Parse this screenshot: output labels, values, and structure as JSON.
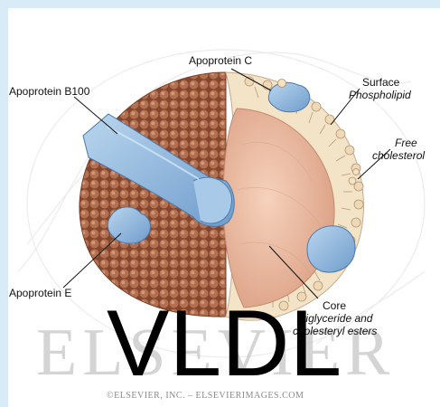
{
  "labels": {
    "apoprotein_c": "Apoprotein C",
    "apoprotein_b100": "Apoprotein B100",
    "surface": "Surface",
    "phospholipid": "Phospholipid",
    "free": "Free",
    "cholesterol": "cholesterol",
    "apoprotein_e": "Apoprotein E",
    "core": "Core",
    "core_line1": "Triglyceride and",
    "core_line2": "cholesteryl esters"
  },
  "title": "VLDL",
  "watermark": "ELSEVIER",
  "copyright": "©ELSEVIER, INC. – ELSEVIERIMAGES.COM",
  "colors": {
    "border": "#d8ecf8",
    "shell": "#b06a4a",
    "core": "#e9b49c",
    "apoprotein": "#8fb8dc"
  }
}
